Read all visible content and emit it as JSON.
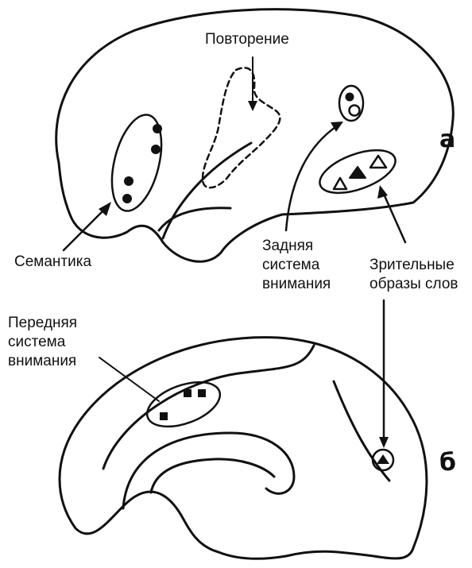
{
  "panel_a": {
    "letter": "а",
    "labels": {
      "repetition": "Повторение",
      "semantics": "Семантика",
      "posterior_line1": "Задняя",
      "posterior_line2": "система",
      "posterior_line3": "внимания",
      "visual_line1": "Зрительные",
      "visual_line2": "образы слов"
    }
  },
  "panel_b": {
    "letter": "б",
    "labels": {
      "anterior_line1": "Передняя",
      "anterior_line2": "система",
      "anterior_line3": "внимания"
    }
  }
}
